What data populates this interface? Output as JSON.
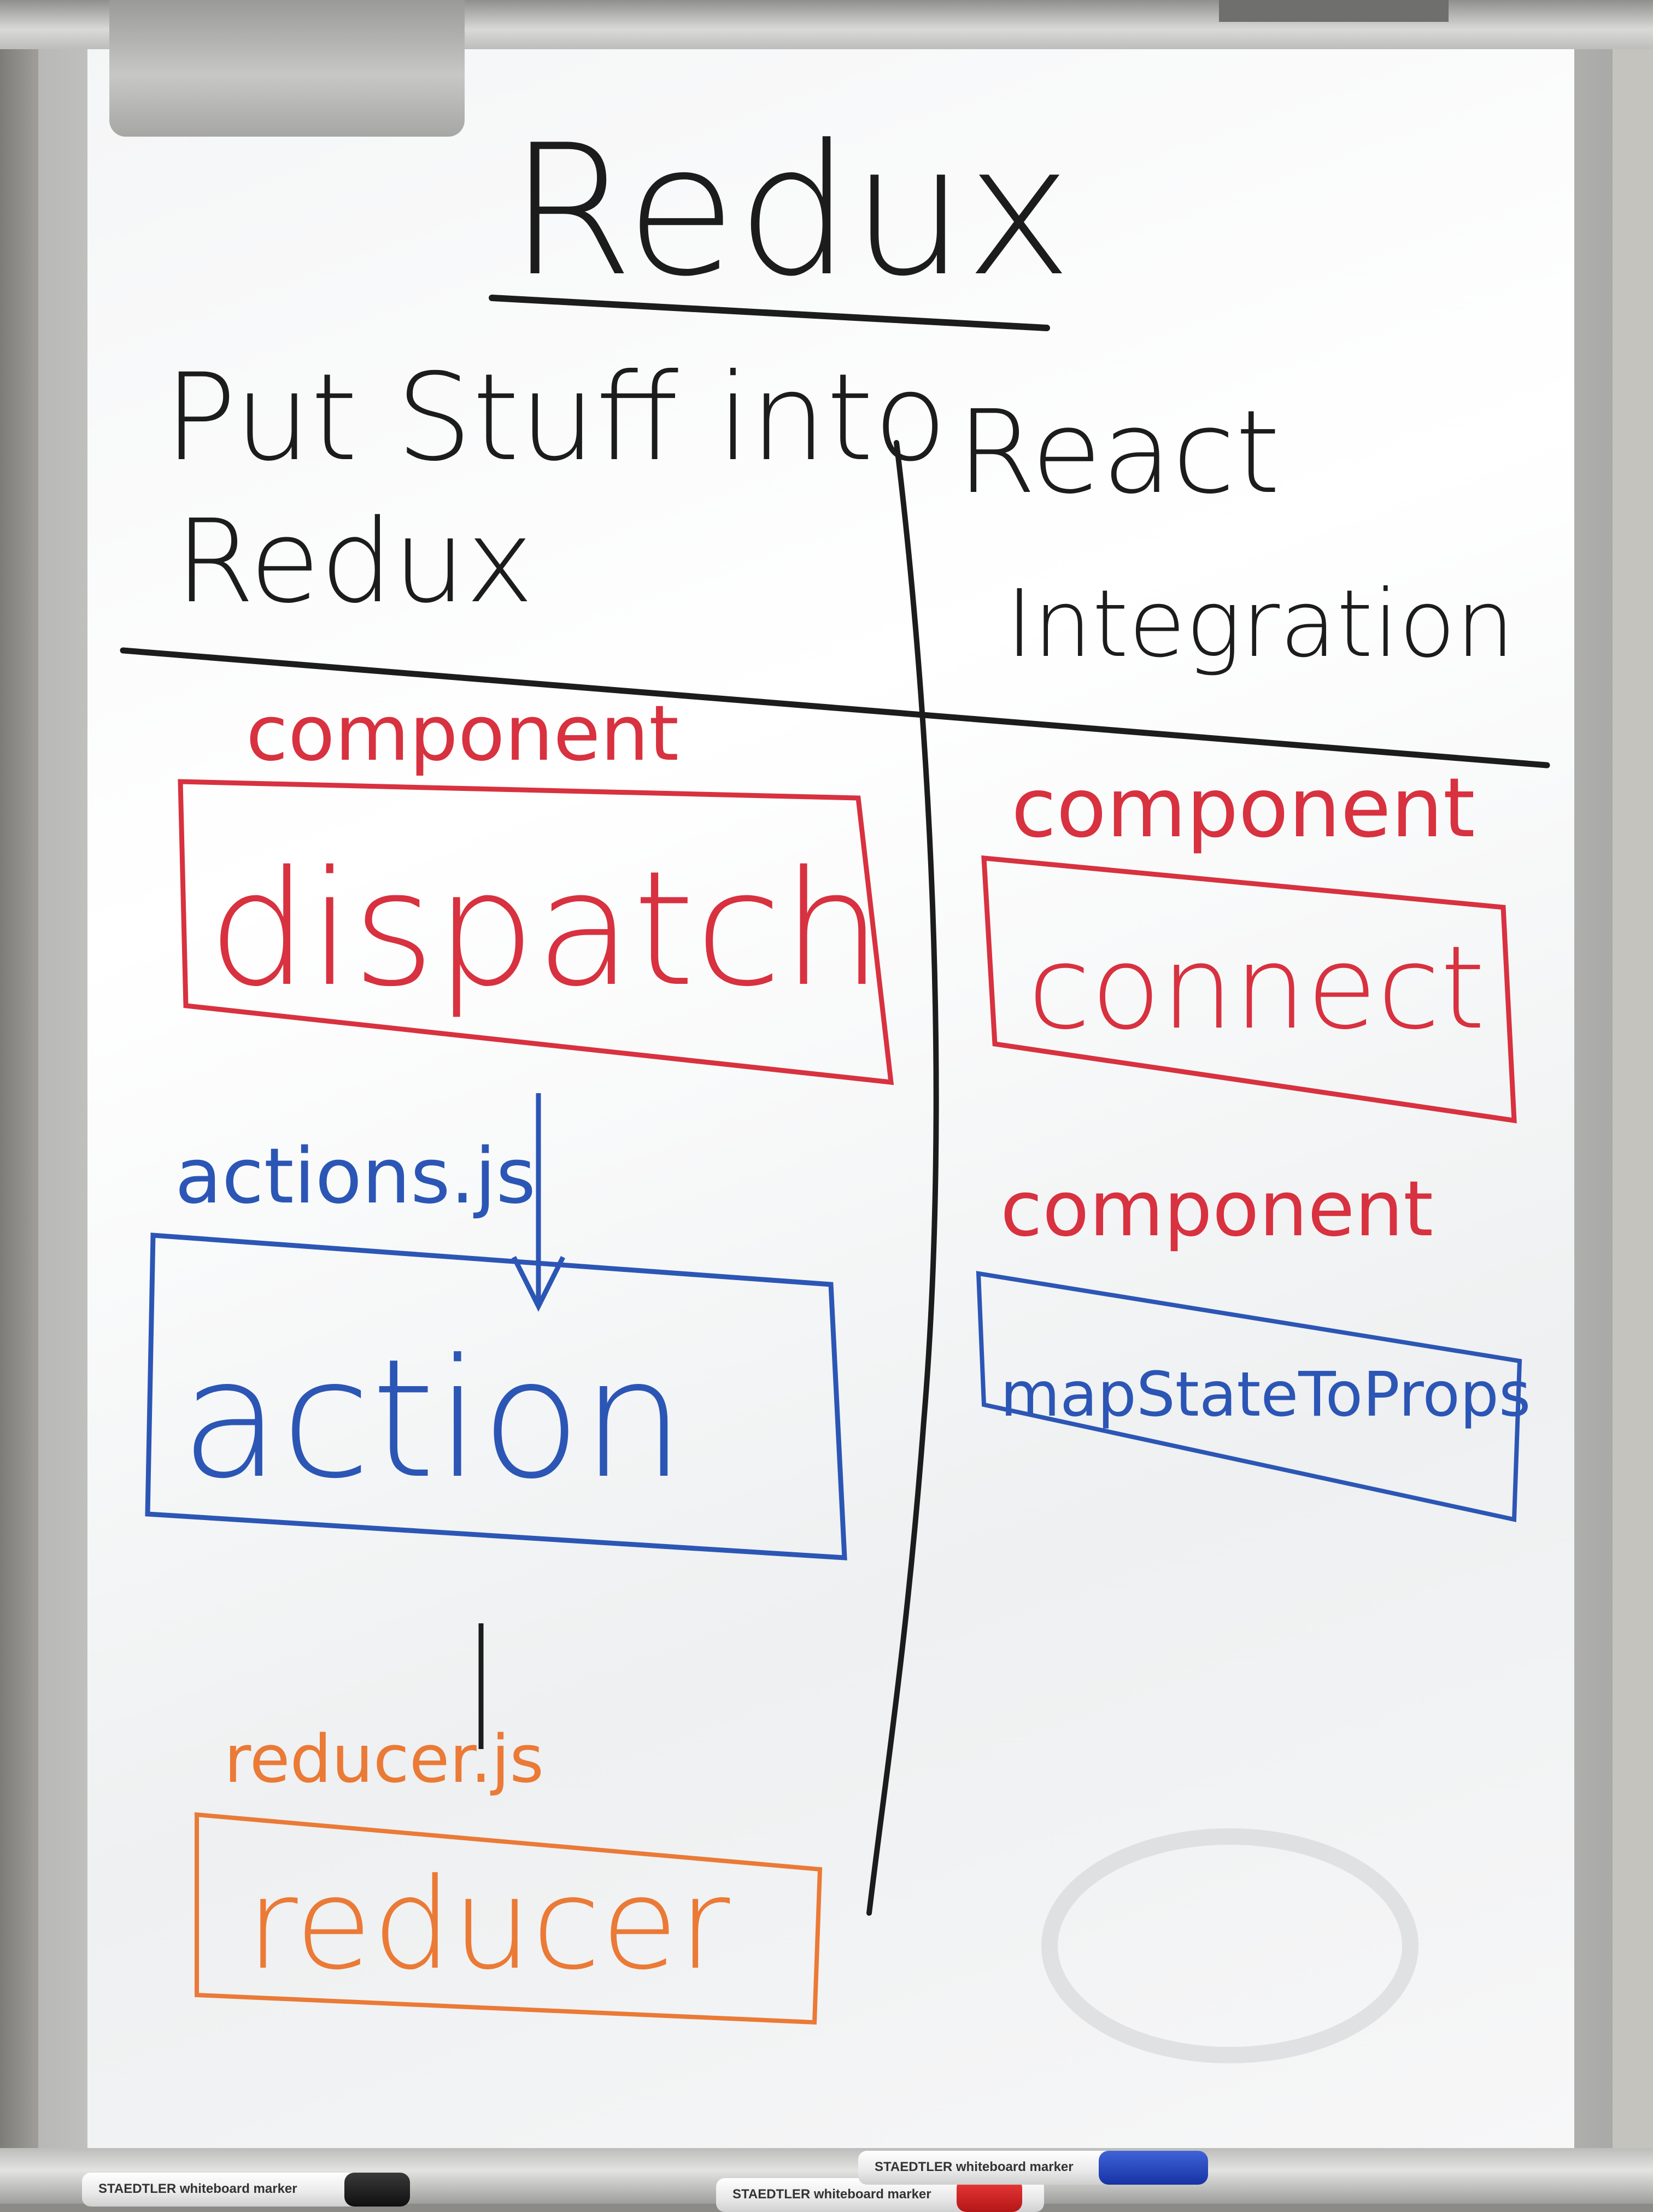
{
  "board": {
    "title": "Redux",
    "left_heading": [
      "Put Stuff into",
      "Redux"
    ],
    "right_heading": [
      "React",
      "Integration"
    ],
    "left": {
      "component_label": "component",
      "dispatch": "dispatch",
      "actions_file": "actions.js",
      "action": "action",
      "reducer_file": "reducer.js",
      "reducer": "reducer"
    },
    "right": {
      "component_label_1": "component",
      "connect": "connect",
      "component_label_2": "component",
      "map_state": "mapStateToProps"
    }
  },
  "markers": [
    {
      "label": "STAEDTLER whiteboard marker",
      "cap": "black"
    },
    {
      "label": "STAEDTLER whiteboard marker",
      "cap": "red"
    },
    {
      "label": "STAEDTLER whiteboard marker",
      "cap": "blue"
    }
  ],
  "colors": {
    "black_ink": "#1c1c1c",
    "red_ink": "#d8313f",
    "blue_ink": "#2c56b5",
    "orange_ink": "#ea7a36"
  }
}
